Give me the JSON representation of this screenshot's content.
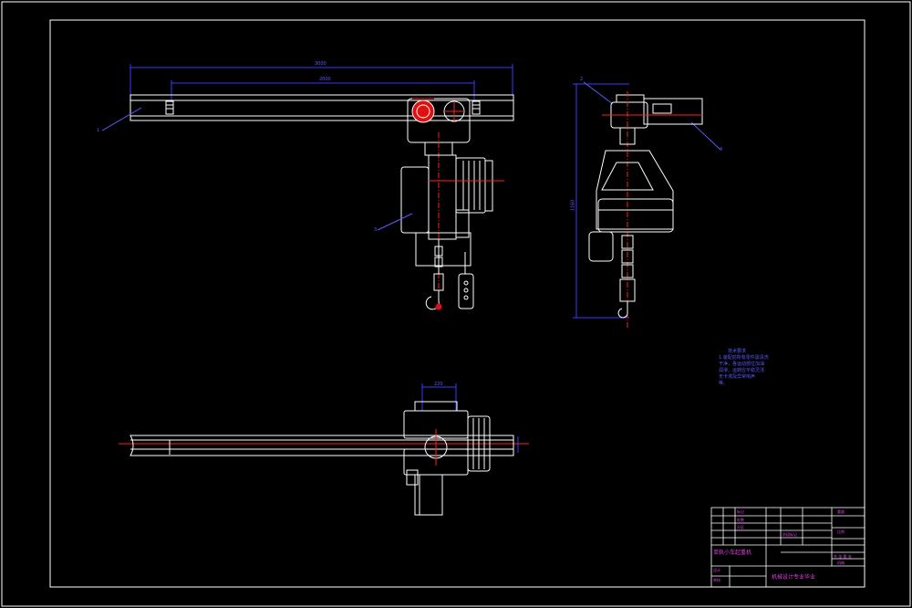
{
  "colors": {
    "background": "#000000",
    "outline": "#ffffff",
    "dimension": "#3a3aff",
    "centerline": "#ff2020",
    "accent_red": "#e01010",
    "leader": "#5a5aff",
    "titleblock_text": "#e040e0"
  },
  "drawing": {
    "dims": {
      "overall_length": "3000",
      "inner_span": "2000",
      "side_height": "1160",
      "plan_width": "220"
    },
    "balloons": [
      "1",
      "2",
      "3",
      "4"
    ],
    "notes": {
      "heading": "技术要求",
      "lines": [
        "1.装配前所有零件需清洗",
        "干净，各运动部位加油",
        "润滑，运转应平稳灵活",
        "无卡滞及异常响声",
        "等。"
      ]
    }
  },
  "title_block": {
    "title": "单轨小车起重机",
    "subtitle": "机械设计专业毕业",
    "rows": [
      "标记",
      "处数",
      "分区",
      "设计",
      "审核"
    ],
    "stage": "阶段标记",
    "weight": "重量",
    "scale": "比例",
    "sheet": "共 张 第 张",
    "dept": "机械"
  }
}
